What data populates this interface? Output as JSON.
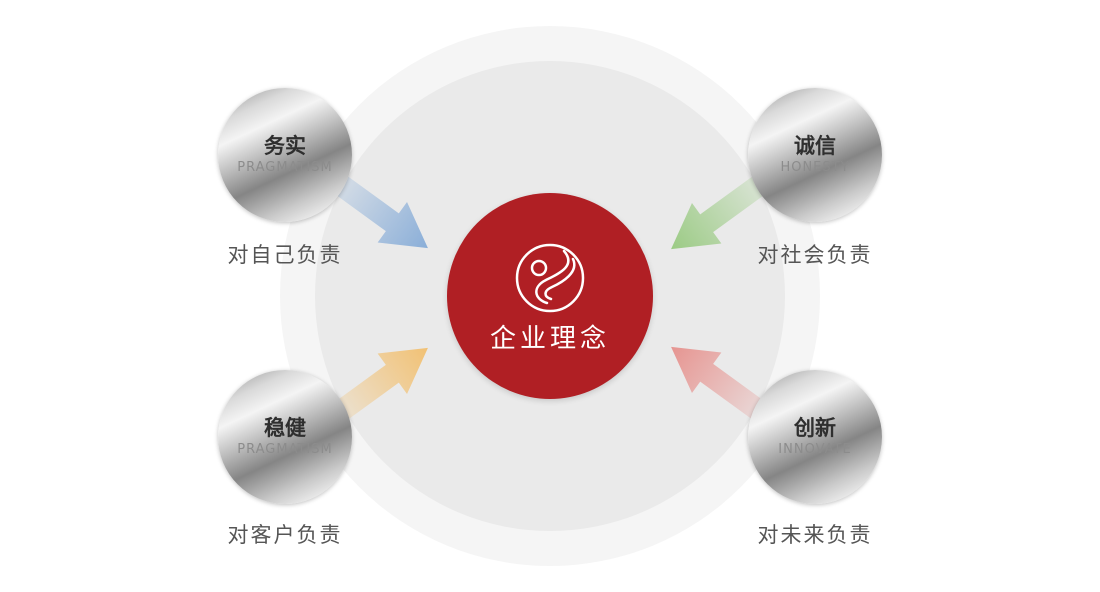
{
  "diagram": {
    "center": {
      "title": "企业理念",
      "logo": "company-swirl-logo"
    },
    "colors": {
      "center_red": "#b01f24",
      "arrow_blue": "#85abd7",
      "arrow_green": "#97c97f",
      "arrow_orange": "#f2bf6e",
      "arrow_pink": "#e6908c",
      "bg_outer_gray": "#f5f5f5",
      "bg_inner_gray": "#eaeaea"
    },
    "nodes": [
      {
        "position": "top-left",
        "title_cn": "务实",
        "title_en": "PRAGMATISM",
        "caption": "对自己负责"
      },
      {
        "position": "top-right",
        "title_cn": "诚信",
        "title_en": "HONESTY",
        "caption": "对社会负责"
      },
      {
        "position": "bottom-left",
        "title_cn": "稳健",
        "title_en": "PRAGMATISM",
        "caption": "对客户负责"
      },
      {
        "position": "bottom-right",
        "title_cn": "创新",
        "title_en": "INNOVATE",
        "caption": "对未来负责"
      }
    ]
  }
}
